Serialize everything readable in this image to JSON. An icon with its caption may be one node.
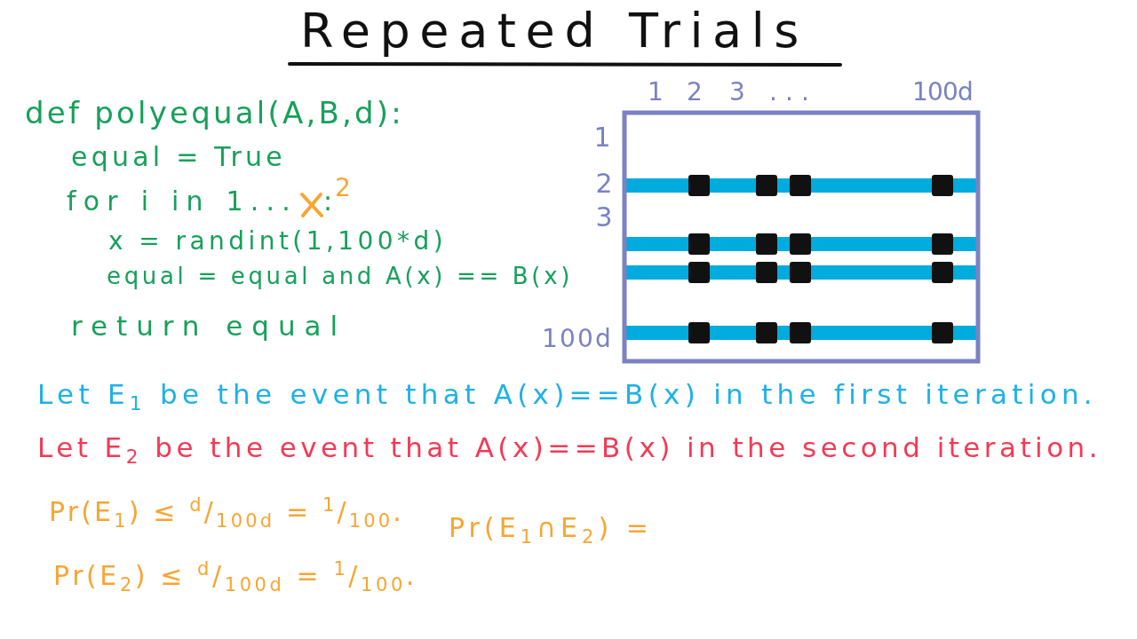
{
  "diagram": {
    "title": "Repeated Trials",
    "labels": [
      "def polyequal(A,B,d):",
      "equal = True",
      "for i in 1...",
      ":",
      "2",
      "x = randint(1,100*d)",
      "equal = equal and A(x) == B(x)",
      "return equal",
      "1",
      "2",
      "3",
      "...",
      "100d",
      "1",
      "2",
      "3",
      "100d",
      "Let E$_{1}$ be the event that A(x)==B(x) in the first iteration.",
      "Let E$_{2}$ be the event that A(x)==B(x) in the second iteration.",
      "Pr(E$_{1}$) ≤ $^{d}$/$_{100d}$ = $^{1}$/$_{100}$.",
      "Pr(E$_{1}$∩E$_{2}$) =",
      "Pr(E$_{2}$) ≤ $^{d}$/$_{100d}$ = $^{1}$/$_{100}$."
    ]
  }
}
